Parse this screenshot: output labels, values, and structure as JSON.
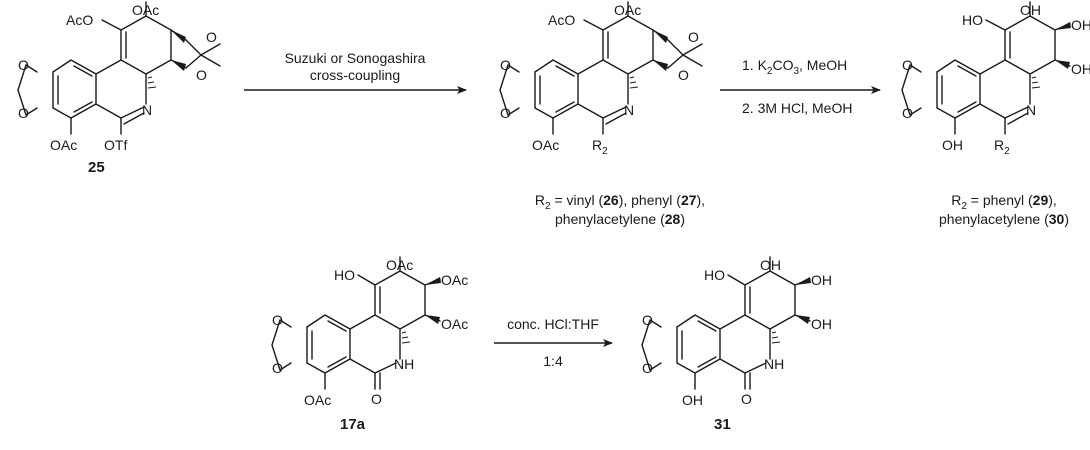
{
  "molecules": {
    "m25": {
      "number": "25",
      "labels": {
        "oac_top": "OAc",
        "aco_left": "AcO",
        "n": "N",
        "oac_bottom": "OAc",
        "otf": "OTf"
      }
    },
    "m26": {
      "labels": {
        "oac_top": "OAc",
        "aco_left": "AcO",
        "n": "N",
        "oac_bottom": "OAc",
        "r2": "R"
      },
      "caption": {
        "line1_prefix": "R",
        "line1_sub": "2",
        "line1_a": " = vinyl (",
        "n26": "26",
        "line1_b": "), phenyl (",
        "n27": "27",
        "line1_c": "),",
        "line2_a": "phenylacetylene (",
        "n28": "28",
        "line2_b": ")"
      }
    },
    "m29": {
      "labels": {
        "oh_top": "OH",
        "ho_left": "HO",
        "oh_right": "OH",
        "oh_right2": "OH",
        "n": "N",
        "oh_bottom": "OH",
        "r2": "R"
      },
      "caption": {
        "line1_prefix": "R",
        "line1_sub": "2",
        "line1_a": " = phenyl (",
        "n29": "29",
        "line1_b": "),",
        "line2_a": "phenylacetylene (",
        "n30": "30",
        "line2_b": ")"
      }
    },
    "m17a": {
      "number": "17a",
      "labels": {
        "oac_top": "OAc",
        "ho_left": "HO",
        "oac_right": "OAc",
        "oac_right2": "OAc",
        "nh": "NH",
        "o": "O",
        "oac_bottom": "OAc"
      }
    },
    "m31": {
      "number": "31",
      "labels": {
        "oh_top": "OH",
        "ho_left": "HO",
        "oh_right": "OH",
        "oh_right2": "OH",
        "nh": "NH",
        "o": "O",
        "oh_bottom": "OH"
      }
    }
  },
  "arrows": {
    "a1": {
      "line1": "Suzuki or Sonogashira",
      "line2": "cross-coupling"
    },
    "a2": {
      "line1_a": "1. K",
      "line1_sub": "2",
      "line1_b": "CO",
      "line1_sub2": "3",
      "line1_c": ", MeOH",
      "line2": "2. 3M HCl, MeOH"
    },
    "a3": {
      "line1": "conc. HCl:THF",
      "line2": "1:4"
    }
  },
  "common": {
    "o": "O",
    "sub2": "2"
  }
}
